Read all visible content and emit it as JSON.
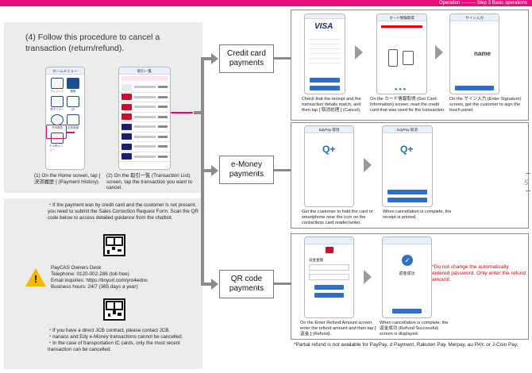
{
  "header": {
    "breadcrumb": "Operation ——— Step 3 Basic operations",
    "page_number": "5"
  },
  "section": {
    "title": "(4) Follow this procedure to cancel a transaction (return/refund)."
  },
  "steps": {
    "step1": {
      "screen_title": "ホームメニュー",
      "caption": "(1) On the Home screen, tap [ 決済履歴 ] (Payment History).",
      "items": [
        "クレジット",
        "銀聯",
        "電子マネー",
        "QR",
        "決済履歴",
        "会員情報",
        "その他メニュー"
      ]
    },
    "step2": {
      "screen_title": "取引一覧",
      "caption": "(2) On the 取引一覧 (Transaction List) screen, tap the transaction you want to cancel."
    }
  },
  "notes": {
    "correction_note": "・If the payment was by credit card and the customer is not present, you need to submit the Sales Correction Request Form. Scan the QR code below to access detailed guidance from the chatbot.",
    "desk": {
      "name": "PayCAS Owners Desk",
      "telephone": "Telephone: 0120-002-286 (toll-free)",
      "email": "Email inquiries: https://tinyurl.com/yro4edno",
      "hours": "Business hours: 24/7 (365 days a year)"
    },
    "bullets": [
      "・If you have a direct JCB contract, please contact JCB.",
      "・nanaco and Edy e-Money transactions cannot be cancelled.",
      "・In the case of transportation IC cards, only the most recent transaction can be cancelled."
    ]
  },
  "payment_types": {
    "credit": "Credit card payments",
    "emoney": "e-Money payments",
    "qr": "QR code payments"
  },
  "credit_flow": {
    "visa_label": "VISA",
    "card_info_title": "カード情報取得",
    "sign_title": "サイン入力",
    "sign_name": "name",
    "captions": [
      "Check that the receipt and the transaction details match, and then tap [ 取消処理 ] (Cancel).",
      "On the カード情報取得 (Get Card Information) screen, read the credit card that was used for the transaction.",
      "On the サイン入力 (Enter Signature) screen, get the customer to sign the touch panel."
    ]
  },
  "emoney_flow": {
    "screen_title": "EdyPay 取消",
    "captions": [
      "Get the customer to hold the card or smartphone near the icon on the contactless card reader/writer.",
      "When cancellation is complete, the receipt is printed."
    ]
  },
  "qr_flow": {
    "screen_title": "返金金額",
    "complete_text": "返金成功",
    "captions": [
      "On the Enter Refund Amount screen, enter the refund amount and then tap [ 返金 ] (Refund).",
      "When cancellation is complete, the 返金成功 (Refund Successful) screen is displayed."
    ],
    "red_note": "*Do not change the automatically entered password. Only enter the refund amount."
  },
  "footnote": "*Partial refund is not available for PayPay, d Payment, Rakuten Pay, Merpay, au PAY, or J-Coin Pay.",
  "colors": {
    "header_bar": "#e2117a",
    "highlight": "#e3007f",
    "warning": "#f5b800",
    "note_red": "#e60000"
  }
}
